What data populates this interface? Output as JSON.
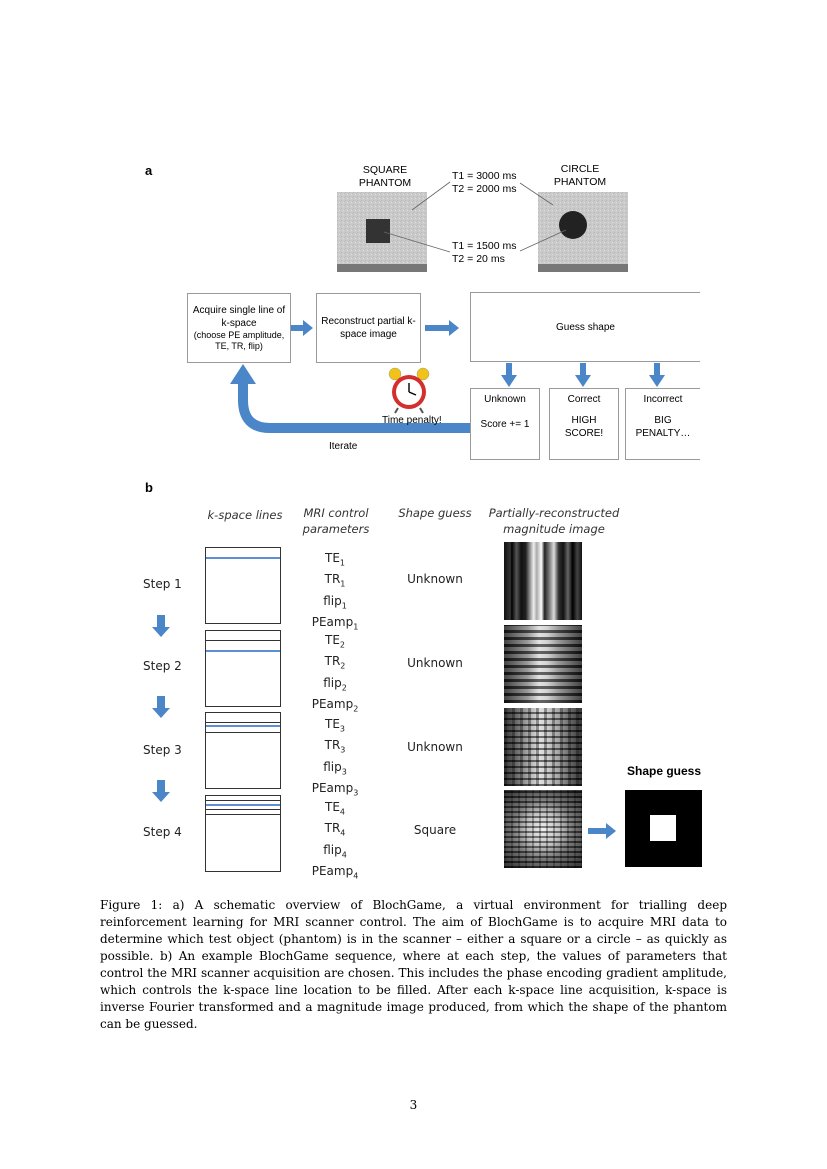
{
  "panel_a": {
    "label": "a",
    "square_phantom_label": "SQUARE PHANTOM",
    "circle_phantom_label": "CIRCLE PHANTOM",
    "top_params": {
      "t1": "T1 = 3000 ms",
      "t2": "T2 = 2000 ms"
    },
    "bottom_params": {
      "t1": "T1 = 1500 ms",
      "t2": "T2 = 20 ms"
    },
    "acquire_box": "Acquire single line of k-space",
    "acquire_box_sub": "(choose PE amplitude, TE, TR, flip)",
    "reconstruct_box": "Reconstruct partial k-space image",
    "guess_box": "Guess shape",
    "time_penalty": "Time penalty!",
    "iterate": "Iterate",
    "outcomes": [
      {
        "title": "Unknown",
        "body": "Score += 1"
      },
      {
        "title": "Correct",
        "body": "HIGH SCORE!"
      },
      {
        "title": "Incorrect",
        "body": "BIG PENALTY…"
      }
    ]
  },
  "panel_b": {
    "label": "b",
    "headers": {
      "kspace": "k-space lines",
      "mri": "MRI control parameters",
      "shape": "Shape guess",
      "image": "Partially-reconstructed magnitude image"
    },
    "steps": [
      {
        "label": "Step 1",
        "params": [
          "TE",
          "TR",
          "flip",
          "PEamp"
        ],
        "sub": "1",
        "guess": "Unknown"
      },
      {
        "label": "Step 2",
        "params": [
          "TE",
          "TR",
          "flip",
          "PEamp"
        ],
        "sub": "2",
        "guess": "Unknown"
      },
      {
        "label": "Step 3",
        "params": [
          "TE",
          "TR",
          "flip",
          "PEamp"
        ],
        "sub": "3",
        "guess": "Unknown"
      },
      {
        "label": "Step 4",
        "params": [
          "TE",
          "TR",
          "flip",
          "PEamp"
        ],
        "sub": "4",
        "guess": "Square"
      }
    ],
    "final_guess_title": "Shape guess"
  },
  "caption": "Figure 1: a) A schematic overview of BlochGame, a virtual environment for trialling deep reinforcement learning for MRI scanner control. The aim of BlochGame is to acquire MRI data to determine which test object (phantom) is in the scanner – either a square or a circle – as quickly as possible. b) An example BlochGame sequence, where at each step, the values of parameters that control the MRI scanner acquisition are chosen. This includes the phase encoding gradient amplitude, which controls the k-space line location to be filled. After each k-space line acquisition, k-space is inverse Fourier transformed and a magnitude image produced, from which the shape of the phantom can be guessed.",
  "page_number": "3",
  "colors": {
    "arrow_blue": "#4a86c8",
    "line_blue": "#5b8fd6"
  }
}
